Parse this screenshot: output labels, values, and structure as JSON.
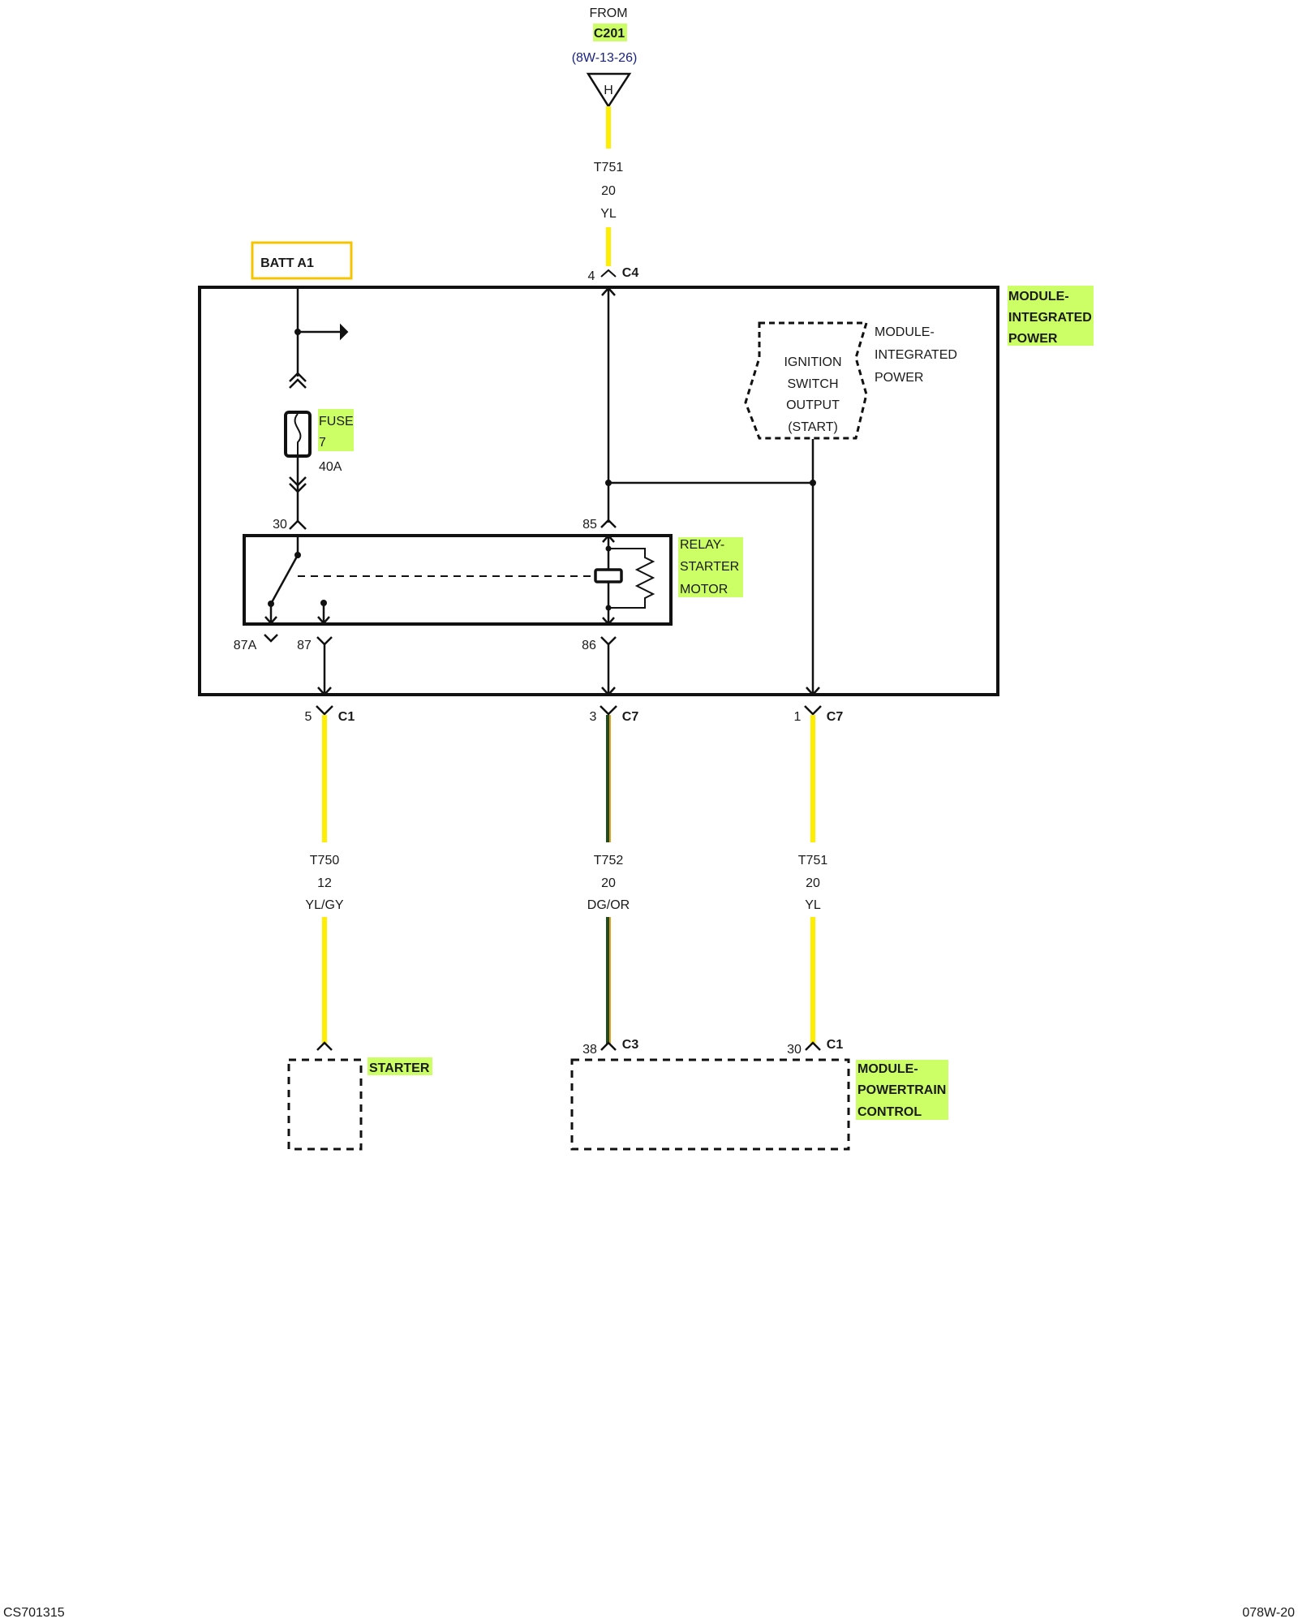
{
  "source": {
    "from_label": "FROM",
    "connector": "C201",
    "ref": "(8W-13-26)",
    "symbol": "H"
  },
  "batt_label": "BATT A1",
  "module_ipm": {
    "title": [
      "MODULE-",
      "INTEGRATED",
      "POWER"
    ]
  },
  "ignition": {
    "box_lines": [
      "IGNITION",
      "SWITCH",
      "OUTPUT",
      "(START)"
    ],
    "side_label": [
      "MODULE-",
      "INTEGRATED",
      "POWER"
    ]
  },
  "fuse": {
    "label": "FUSE",
    "number": "7",
    "rating": "40A"
  },
  "relay": {
    "title": [
      "RELAY-",
      "STARTER",
      "MOTOR"
    ],
    "pins": {
      "p30": "30",
      "p85": "85",
      "p87a": "87A",
      "p87": "87",
      "p86": "86"
    }
  },
  "connectors": {
    "c4": {
      "pin": "4",
      "name": "C4"
    },
    "c1_out": {
      "pin": "5",
      "name": "C1"
    },
    "c7_a": {
      "pin": "3",
      "name": "C7"
    },
    "c7_b": {
      "pin": "1",
      "name": "C7"
    },
    "c3_pcm": {
      "pin": "38",
      "name": "C3"
    },
    "c1_pcm": {
      "pin": "30",
      "name": "C1"
    }
  },
  "wires": {
    "top": {
      "circuit": "T751",
      "gauge": "20",
      "color": "YL"
    },
    "starter": {
      "circuit": "T750",
      "gauge": "12",
      "color": "YL/GY"
    },
    "relay_ctl": {
      "circuit": "T752",
      "gauge": "20",
      "color": "DG/OR"
    },
    "ign": {
      "circuit": "T751",
      "gauge": "20",
      "color": "YL"
    }
  },
  "components": {
    "starter": "STARTER",
    "pcm": [
      "MODULE-",
      "POWERTRAIN",
      "CONTROL"
    ]
  },
  "footer": {
    "left": "CS701315",
    "right": "078W-20"
  },
  "colors": {
    "yellow_wire": "#ffee00",
    "dark_green": "#1f4d1f",
    "orange_stripe": "#e0a020",
    "highlight": "#ccff66",
    "batt_border": "#f5c400"
  }
}
